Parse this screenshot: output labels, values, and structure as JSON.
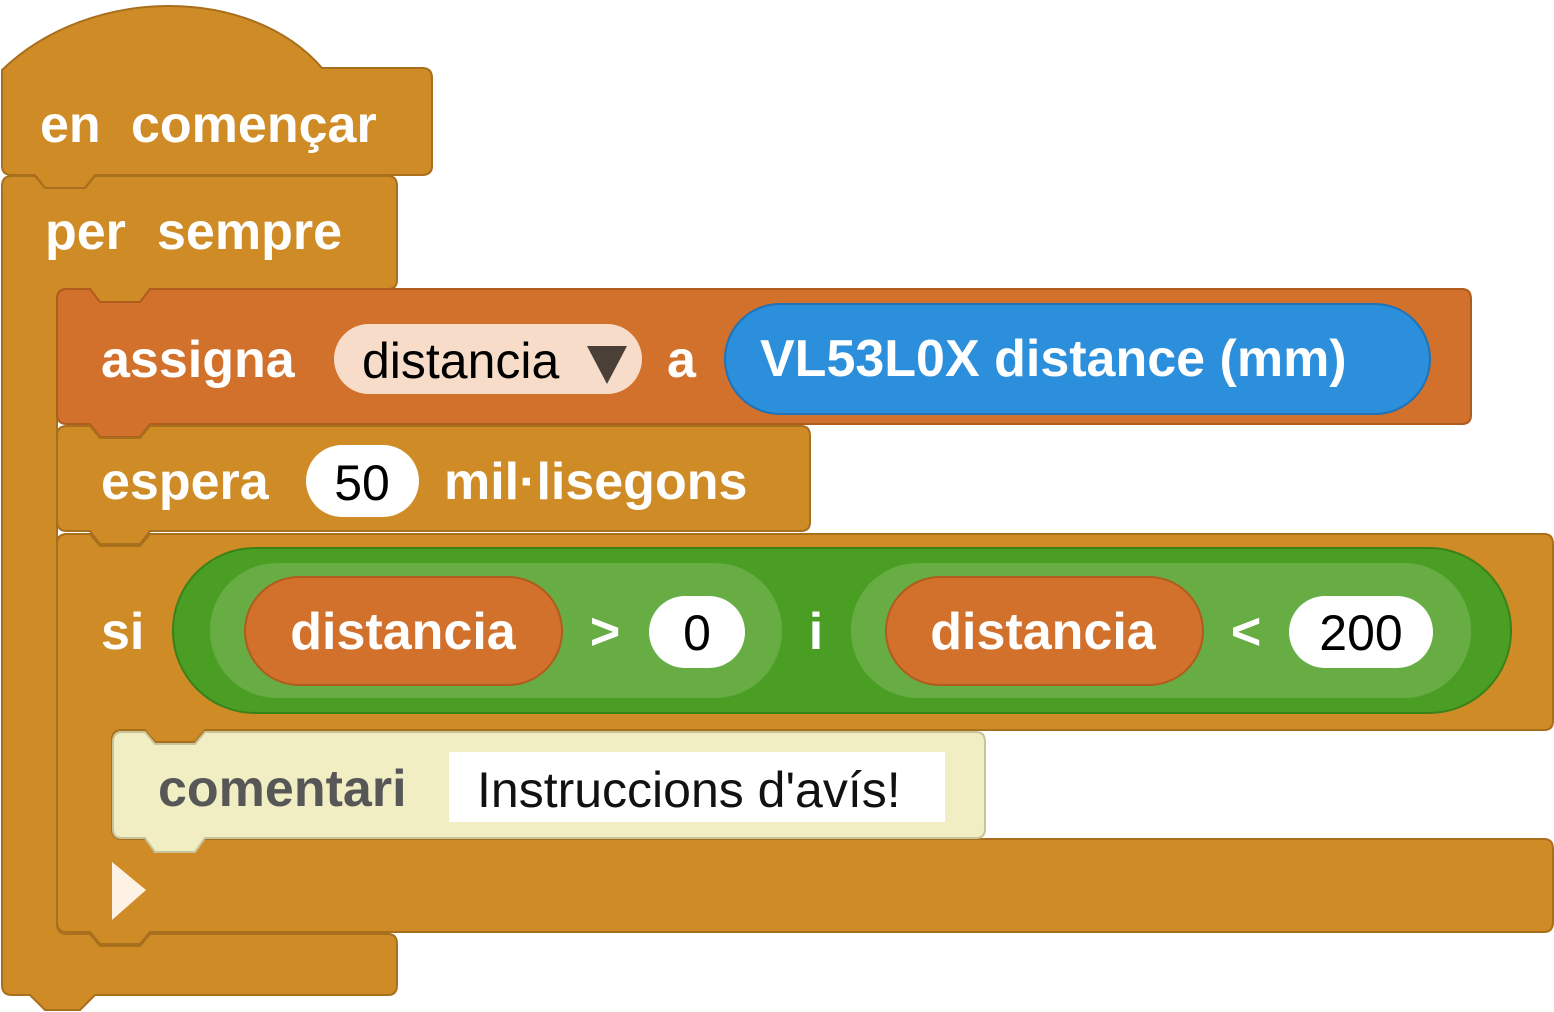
{
  "colors": {
    "control": "#cf8b26",
    "control_border": "#a86f1c",
    "variables": "#d2712b",
    "variables_border": "#b05c1e",
    "sensor": "#2b8fdb",
    "sensor_border": "#1f73b6",
    "logic_outer": "#4a9e24",
    "logic_inner": "#67ad44",
    "comment": "#f2eec4",
    "comment_border": "#c9c39a",
    "field_light": "#f6dcc9"
  },
  "hat": {
    "label_1": "en",
    "label_2": "començar"
  },
  "forever": {
    "label_1": "per",
    "label_2": "sempre"
  },
  "assign": {
    "label": "assigna",
    "variable": "distancia",
    "variable_dropdown_icon": "triangle-down-icon",
    "to_label": "a",
    "sensor_reporter": "VL53L0X distance (mm)"
  },
  "wait": {
    "label": "espera",
    "value": "50",
    "unit": "mil·lisegons"
  },
  "if_block": {
    "label": "si",
    "and_label": "i",
    "left_cmp": {
      "variable": "distancia",
      "operator": ">",
      "value": "0"
    },
    "right_cmp": {
      "variable": "distancia",
      "operator": "<",
      "value": "200"
    },
    "else_toggle_icon": "triangle-right-icon"
  },
  "comment": {
    "label": "comentari",
    "text": "Instruccions d'avís!"
  }
}
